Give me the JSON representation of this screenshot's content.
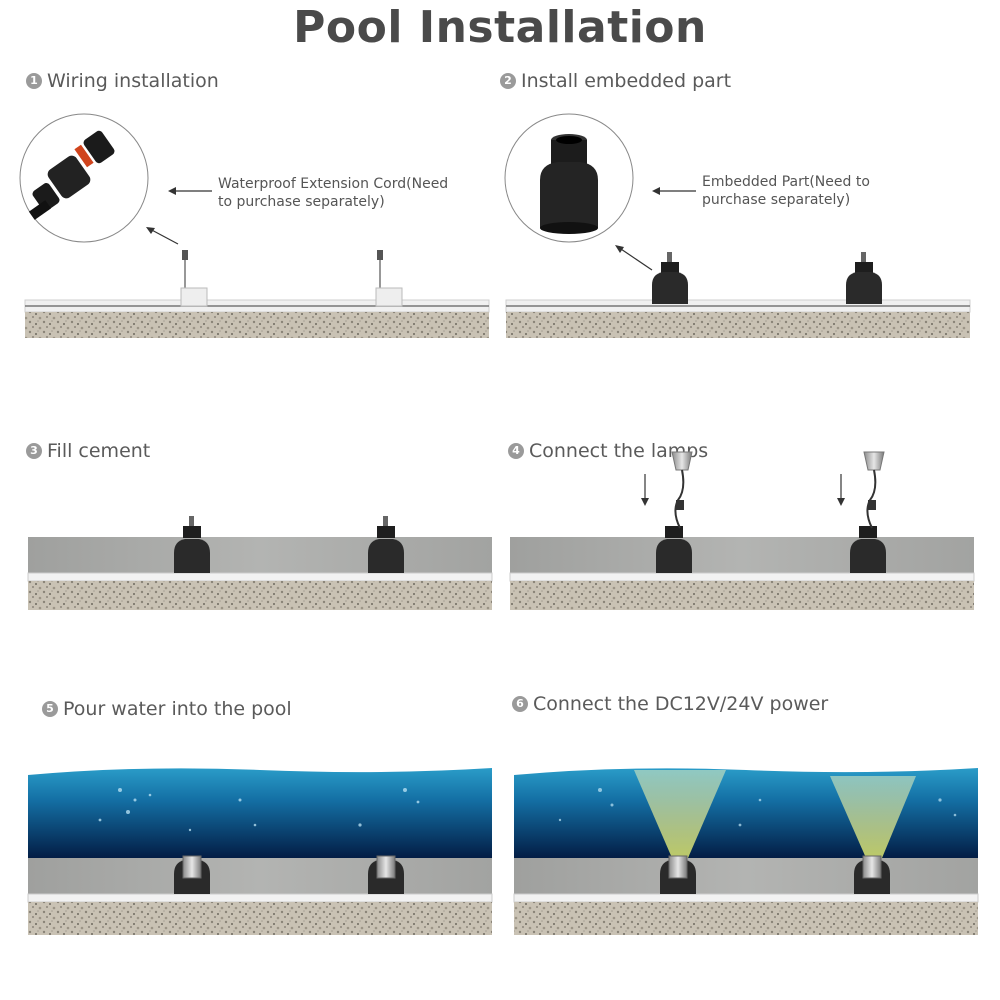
{
  "title": "Pool Installation",
  "steps": [
    {
      "num": "1",
      "label": "Wiring installation"
    },
    {
      "num": "2",
      "label": "Install embedded part"
    },
    {
      "num": "3",
      "label": "Fill cement"
    },
    {
      "num": "4",
      "label": "Connect the lamps"
    },
    {
      "num": "5",
      "label": "Pour water into the pool"
    },
    {
      "num": "6",
      "label": "Connect the DC12V/24V power"
    }
  ],
  "callouts": {
    "extension_cord": {
      "line1": "Waterproof Extension Cord(Need",
      "line2": "to purchase separately)"
    },
    "embedded_part": {
      "line1": "Embedded Part(Need to",
      "line2": "purchase separately)"
    }
  },
  "colors": {
    "gravel": "#c9c2b4",
    "cement": "#a9aaa8",
    "water_top": "#1d6fa3",
    "water_deep": "#03204a",
    "embedded_part": "#2a2a2a",
    "light_beam": "#d8e6a0"
  }
}
